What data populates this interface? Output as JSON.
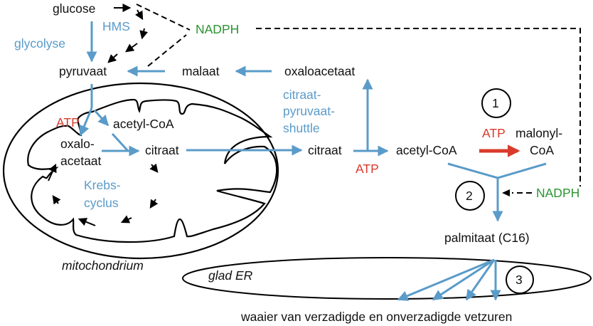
{
  "colors": {
    "text": "#111111",
    "pathway_blue": "#5a9bc9",
    "atp_red": "#d93a2b",
    "nadph_green": "#2a9430",
    "outline": "#000000"
  },
  "labels": {
    "glucose": "glucose",
    "hms": "HMS",
    "glycolyse": "glycolyse",
    "nadph_top": "NADPH",
    "pyruvaat": "pyruvaat",
    "malaat": "malaat",
    "oxaloacetaat_cyto": "oxaloacetaat",
    "shuttle_line1": "citraat-",
    "shuttle_line2": "pyruvaat-",
    "shuttle_line3": "shuttle",
    "atp_mito": "ATP",
    "acetylcoa_mito": "acetyl-CoA",
    "oxalo_line1": "oxalo-",
    "oxalo_line2": "acetaat",
    "citraat_mito": "citraat",
    "krebs_line1": "Krebs-",
    "krebs_line2": "cyclus",
    "mitochondrium": "mitochondrium",
    "citraat_cyto": "citraat",
    "atp_shuttle": "ATP",
    "acetylcoa_cyto": "acetyl-CoA",
    "atp_step1": "ATP",
    "malonyl_line1": "malonyl-",
    "malonyl_line2": "CoA",
    "step1": "1",
    "step2": "2",
    "step3": "3",
    "nadph_step2": "NADPH",
    "palmitaat": "palmitaat (C16)",
    "glad_er": "glad ER",
    "waaier": "waaier van verzadigde en onverzadigde vetzuren"
  }
}
